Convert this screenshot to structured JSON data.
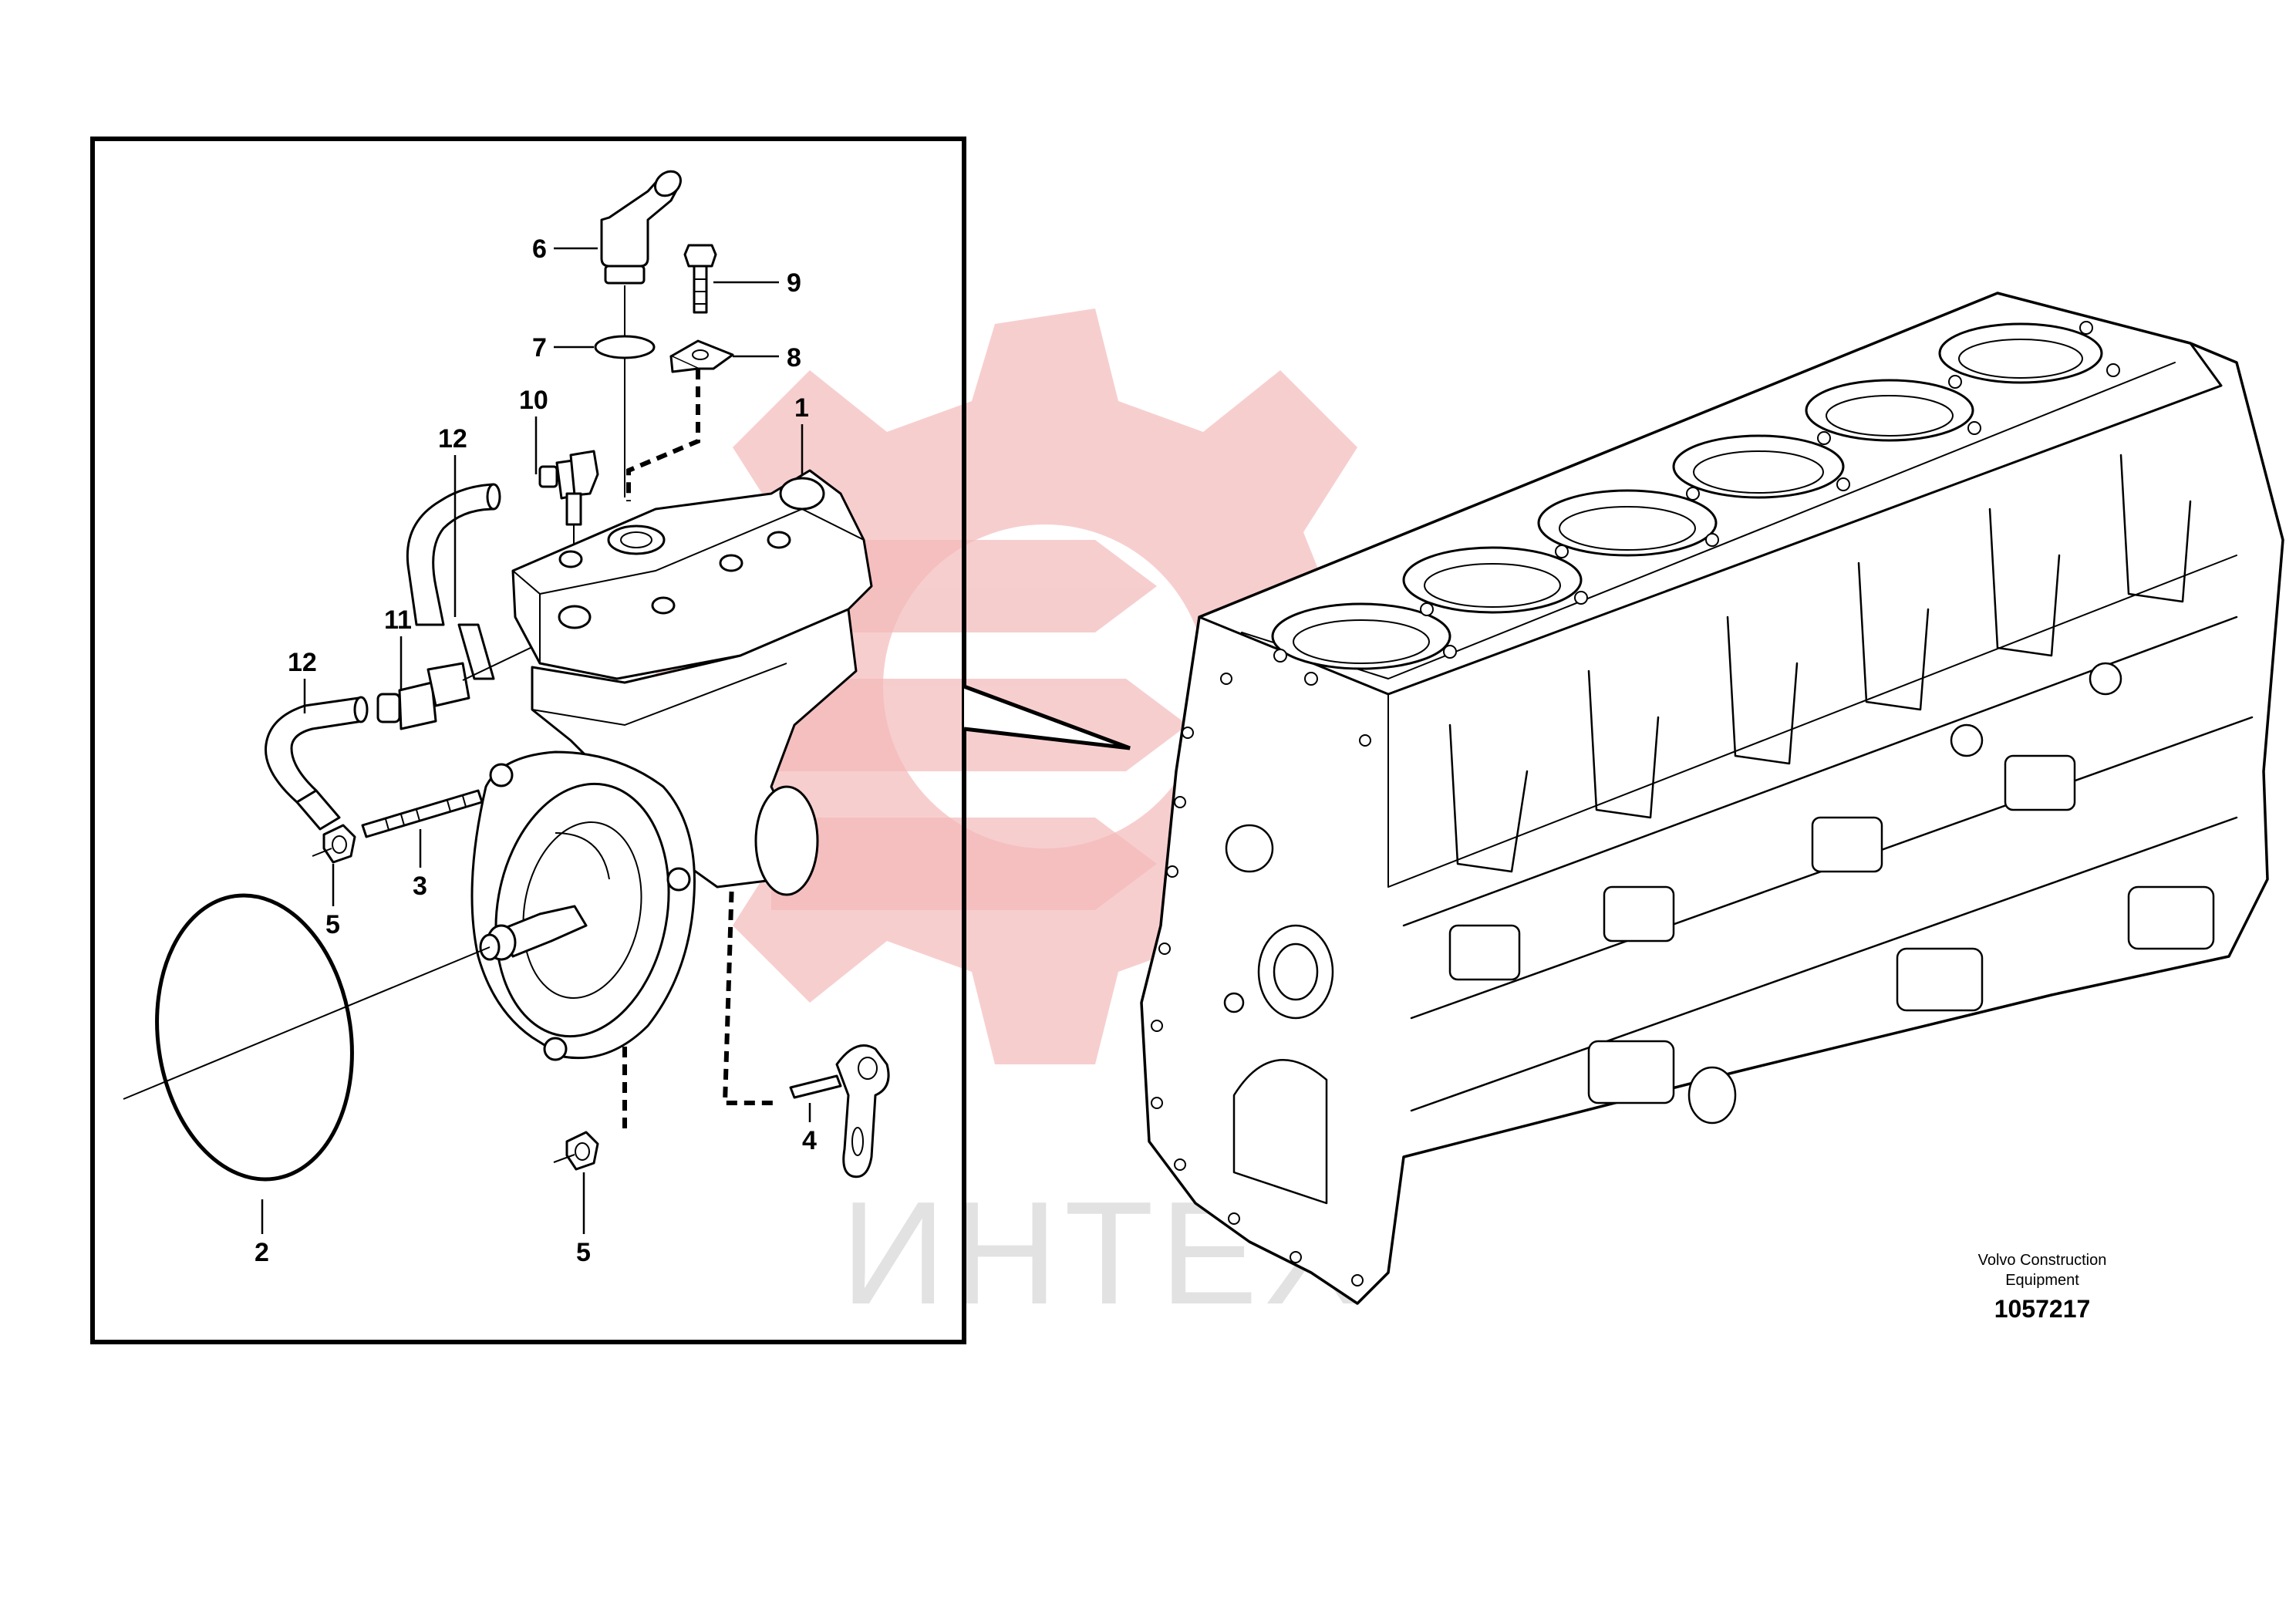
{
  "callouts": [
    {
      "id": "c1",
      "label": "1"
    },
    {
      "id": "c2",
      "label": "2"
    },
    {
      "id": "c3",
      "label": "3"
    },
    {
      "id": "c4",
      "label": "4"
    },
    {
      "id": "c5a",
      "label": "5"
    },
    {
      "id": "c5b",
      "label": "5"
    },
    {
      "id": "c6",
      "label": "6"
    },
    {
      "id": "c7",
      "label": "7"
    },
    {
      "id": "c8",
      "label": "8"
    },
    {
      "id": "c9",
      "label": "9"
    },
    {
      "id": "c10",
      "label": "10"
    },
    {
      "id": "c11",
      "label": "11"
    },
    {
      "id": "c12a",
      "label": "12"
    },
    {
      "id": "c12b",
      "label": "12"
    }
  ],
  "credit": {
    "line1": "Volvo Construction",
    "line2": "Equipment",
    "doc_number": "1057217"
  },
  "watermark": {
    "text": "ИНТЕХ",
    "gear_color": "#f6c6c6",
    "text_color": "#e2e2e2"
  }
}
